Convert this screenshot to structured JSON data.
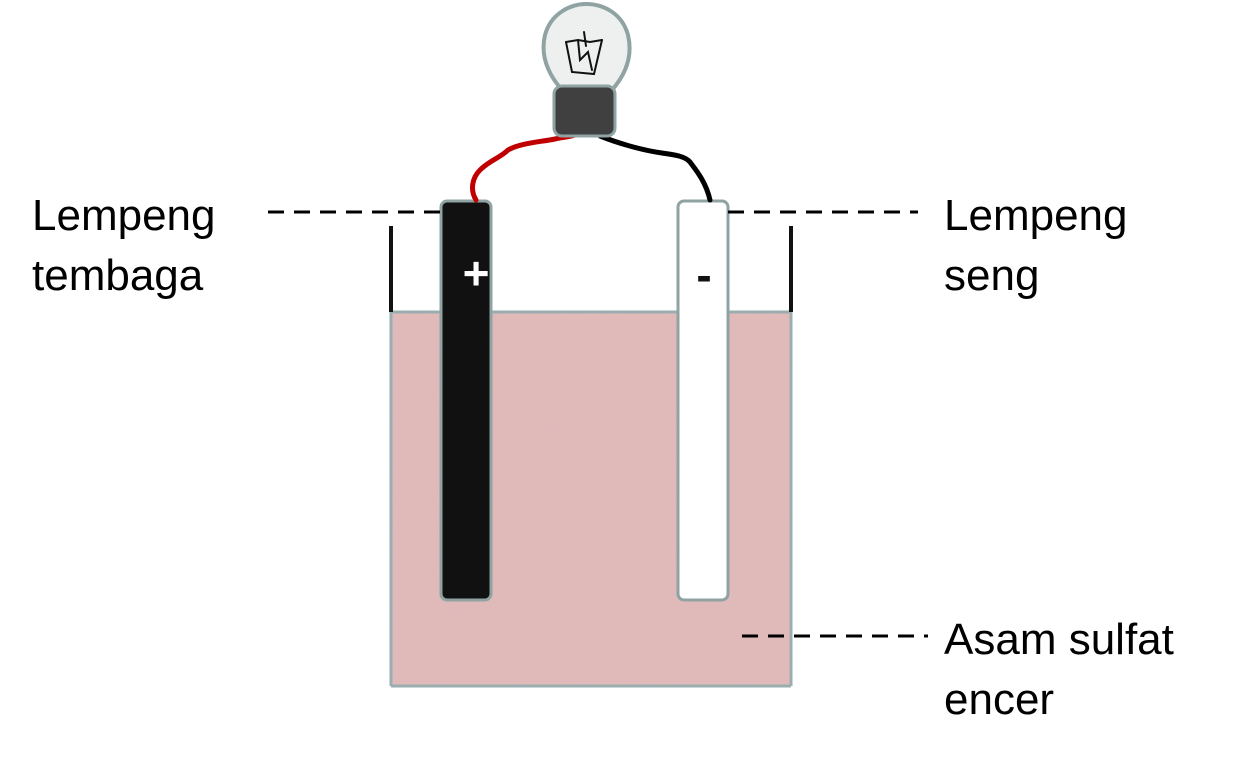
{
  "labels": {
    "copper_plate": {
      "line1": "Lempeng",
      "line2": "tembaga"
    },
    "zinc_plate": {
      "line1": "Lempeng",
      "line2": "seng"
    },
    "acid": {
      "line1": "Asam sulfat",
      "line2": "encer"
    }
  },
  "electrodes": {
    "positive_sign": "+",
    "negative_sign": "-"
  },
  "colors": {
    "solution": "#e3bcbc",
    "copper_plate": "#111111",
    "zinc_plate": "#ffffff",
    "plate_border": "#8fa3a3",
    "bulb_glass": "#eef0f0",
    "bulb_base": "#404040",
    "wire_positive": "#c00000",
    "wire_negative": "#000000"
  },
  "icons": {
    "bulb": "light-bulb-icon"
  }
}
